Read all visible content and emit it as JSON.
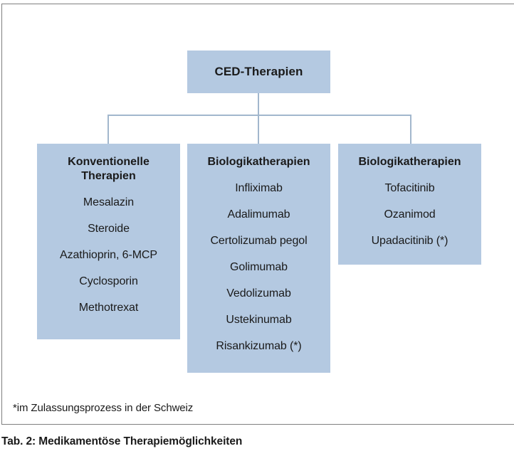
{
  "root": {
    "title": "CED-Therapien"
  },
  "columns": [
    {
      "header": "Konventionelle Therapien",
      "items": [
        "Mesalazin",
        "Steroide",
        "Azathioprin, 6-MCP",
        "Cyclosporin",
        "Methotrexat"
      ]
    },
    {
      "header": "Biologikatherapien",
      "items": [
        "Infliximab",
        "Adalimumab",
        "Certolizumab pegol",
        "Golimumab",
        "Vedolizumab",
        "Ustekinumab",
        "Risankizumab (*)"
      ]
    },
    {
      "header": "Biologikatherapien",
      "items": [
        "Tofacitinib",
        "Ozanimod",
        "Upadacitinib (*)"
      ]
    }
  ],
  "footnote": "*im Zulassungsprozess in der Schweiz",
  "caption": "Tab. 2: Medikamentöse Therapiemöglichkeiten",
  "colors": {
    "box_fill": "#b4c9e1",
    "connector": "#a2b7cd",
    "frame_border": "#7f7f7f",
    "text": "#1a1a1a"
  }
}
